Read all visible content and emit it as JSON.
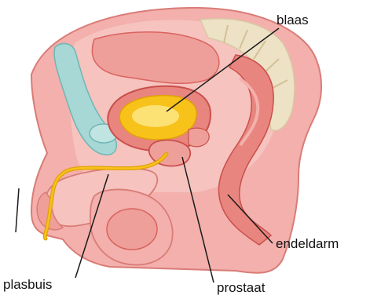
{
  "labels": {
    "bladder": "blaas",
    "rectum": "endeldarm",
    "urethra": "plasbuis",
    "prostate": "prostaat"
  },
  "colors": {
    "background": "#ffffff",
    "tissue": "#f3b0ac",
    "tissue_deep": "#e8857f",
    "tissue_dark": "#d9635f",
    "tissue_light": "#fbdcd8",
    "bone_blue": "#a7d8d6",
    "bone_blue_dark": "#6fb6b4",
    "spine": "#ede2c6",
    "urine": "#f7c21a",
    "urine_light": "#fde98b",
    "outline": "#c94f4b",
    "leader_line": "#1a1a1a"
  }
}
